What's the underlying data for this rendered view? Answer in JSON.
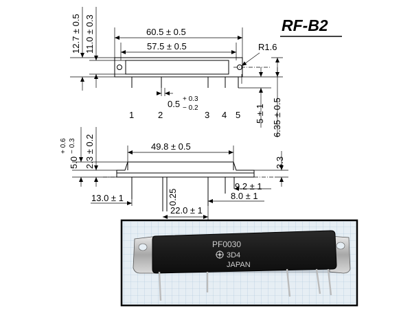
{
  "title": "RF-B2",
  "top_view": {
    "dims": {
      "h_12_7": "12.7 ± 0.5",
      "h_11_0": "11.0 ± 0.3",
      "w_60_5": "60.5 ± 0.5",
      "w_57_5": "57.5 ± 0.5",
      "r_1_6": "R1.6",
      "pin_w_base": "0.5",
      "pin_w_plus": "+ 0.3",
      "pin_w_minus": "− 0.2",
      "pin_len": "5 ± 1",
      "pin_h": "6.35 ± 0.5"
    },
    "pins": [
      "1",
      "2",
      "3",
      "4",
      "5"
    ]
  },
  "side_view": {
    "dims": {
      "h_base": "5.0",
      "h_plus": "+ 0.6",
      "h_minus": "− 0.3",
      "h_2_3": "2.3 ± 0.2",
      "w_49_8": "49.8 ± 0.5",
      "h_3_3": "3.3",
      "d_0_25": "0.25",
      "d_9_2": "9.2 ± 1",
      "d_13_0": "13.0 ± 1",
      "d_8_0": "8.0 ± 1",
      "d_22_0": "22.0 ± 1"
    }
  },
  "photo": {
    "part_number": "PF0030",
    "code": "3D4",
    "origin": "JAPAN"
  }
}
